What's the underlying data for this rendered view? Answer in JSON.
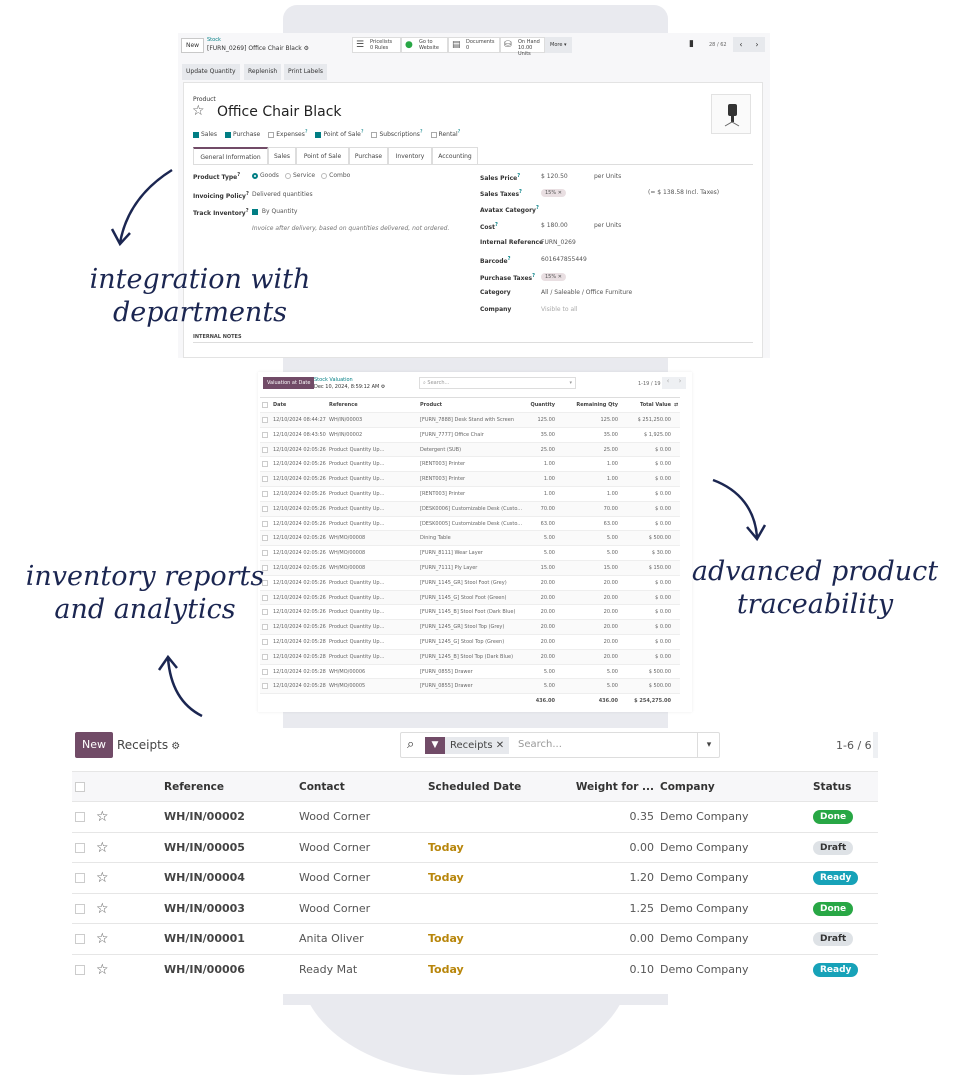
{
  "product_form": {
    "new_label": "New",
    "breadcrumb_parent": "Stock",
    "breadcrumb_current": "[FURN_0269] Office Chair Black",
    "stat_buttons": [
      {
        "icon": "list-icon",
        "line1": "Pricelists",
        "line2": "0 Rules"
      },
      {
        "icon": "globe-icon",
        "line1": "Go to",
        "line2": "Website"
      },
      {
        "icon": "document-icon",
        "line1": "Documents",
        "line2": "0"
      },
      {
        "icon": "cubes-icon",
        "line1": "On Hand",
        "line2": "10.00 Units"
      }
    ],
    "more_label": "More ▾",
    "pager": "28 / 62",
    "actions": [
      "Update Quantity",
      "Replenish",
      "Print Labels"
    ],
    "product_label": "Product",
    "product_name": "Office Chair Black",
    "flags": [
      {
        "label": "Sales",
        "checked": true
      },
      {
        "label": "Purchase",
        "checked": true
      },
      {
        "label": "Expenses",
        "checked": false
      },
      {
        "label": "Point of Sale",
        "checked": true
      },
      {
        "label": "Subscriptions",
        "checked": false
      },
      {
        "label": "Rental",
        "checked": false
      }
    ],
    "tabs": [
      "General Information",
      "Sales",
      "Point of Sale",
      "Purchase",
      "Inventory",
      "Accounting"
    ],
    "product_type_label": "Product Type",
    "product_type_options": [
      "Goods",
      "Service",
      "Combo"
    ],
    "product_type_selected": "Goods",
    "invoicing_policy_label": "Invoicing Policy",
    "invoicing_policy": "Delivered quantities",
    "track_inventory_label": "Track Inventory",
    "track_inventory": "By Quantity",
    "invoice_note": "Invoice after delivery, based on quantities delivered, not ordered.",
    "right_fields": [
      {
        "label": "Sales Price",
        "value": "$ 120.50",
        "suffix": "per Units"
      },
      {
        "label": "Sales Taxes",
        "tag": "15% ✕",
        "suffix": "(= $ 138.58 Incl. Taxes)"
      },
      {
        "label": "Avatax Category",
        "value": ""
      },
      {
        "label": "Cost",
        "value": "$ 180.00",
        "suffix": "per Units"
      },
      {
        "label": "Internal Reference",
        "value": "FURN_0269"
      },
      {
        "label": "Barcode",
        "value": "601647855449"
      },
      {
        "label": "Purchase Taxes",
        "tag": "15% ✕"
      },
      {
        "label": "Category",
        "value": "All / Saleable / Office Furniture"
      },
      {
        "label": "Company",
        "value": "Visible to all"
      }
    ],
    "internal_notes": "INTERNAL NOTES"
  },
  "valuation": {
    "button": "Valuation at Date",
    "title": "Stock Valuation",
    "subtitle": "Dec 10, 2024, 8:59:12 AM",
    "search_placeholder": "Search...",
    "pager": "1-19 / 19",
    "columns": [
      "Date",
      "Reference",
      "Product",
      "Quantity",
      "Remaining Qty",
      "Total Value"
    ],
    "rows": [
      [
        "12/10/2024 08:44:27",
        "WH/IN/00003",
        "[FURN_7888] Desk Stand with Screen",
        "125.00",
        "125.00",
        "$ 251,250.00"
      ],
      [
        "12/10/2024 08:43:50",
        "WH/IN/00002",
        "[FURN_7777] Office Chair",
        "35.00",
        "35.00",
        "$ 1,925.00"
      ],
      [
        "12/10/2024 02:05:26",
        "Product Quantity Up...",
        "Detergent (SUB)",
        "25.00",
        "25.00",
        "$ 0.00"
      ],
      [
        "12/10/2024 02:05:26",
        "Product Quantity Up...",
        "[RENT003] Printer",
        "1.00",
        "1.00",
        "$ 0.00"
      ],
      [
        "12/10/2024 02:05:26",
        "Product Quantity Up...",
        "[RENT003] Printer",
        "1.00",
        "1.00",
        "$ 0.00"
      ],
      [
        "12/10/2024 02:05:26",
        "Product Quantity Up...",
        "[RENT003] Printer",
        "1.00",
        "1.00",
        "$ 0.00"
      ],
      [
        "12/10/2024 02:05:26",
        "Product Quantity Up...",
        "[DESK0006] Customizable Desk (Custo...",
        "70.00",
        "70.00",
        "$ 0.00"
      ],
      [
        "12/10/2024 02:05:26",
        "Product Quantity Up...",
        "[DESK0005] Customizable Desk (Custo...",
        "63.00",
        "63.00",
        "$ 0.00"
      ],
      [
        "12/10/2024 02:05:26",
        "WH/MO/00008",
        "Dining Table",
        "5.00",
        "5.00",
        "$ 500.00"
      ],
      [
        "12/10/2024 02:05:26",
        "WH/MO/00008",
        "[FURN_8111] Wear Layer",
        "5.00",
        "5.00",
        "$ 30.00"
      ],
      [
        "12/10/2024 02:05:26",
        "WH/MO/00008",
        "[FURN_7111] Ply Layer",
        "15.00",
        "15.00",
        "$ 150.00"
      ],
      [
        "12/10/2024 02:05:26",
        "Product Quantity Up...",
        "[FURN_1145_GR] Stool Foot (Grey)",
        "20.00",
        "20.00",
        "$ 0.00"
      ],
      [
        "12/10/2024 02:05:26",
        "Product Quantity Up...",
        "[FURN_1145_G] Stool Foot (Green)",
        "20.00",
        "20.00",
        "$ 0.00"
      ],
      [
        "12/10/2024 02:05:26",
        "Product Quantity Up...",
        "[FURN_1145_B] Stool Foot (Dark Blue)",
        "20.00",
        "20.00",
        "$ 0.00"
      ],
      [
        "12/10/2024 02:05:26",
        "Product Quantity Up...",
        "[FURN_1245_GR] Stool Top (Grey)",
        "20.00",
        "20.00",
        "$ 0.00"
      ],
      [
        "12/10/2024 02:05:28",
        "Product Quantity Up...",
        "[FURN_1245_G] Stool Top (Green)",
        "20.00",
        "20.00",
        "$ 0.00"
      ],
      [
        "12/10/2024 02:05:28",
        "Product Quantity Up...",
        "[FURN_1245_B] Stool Top (Dark Blue)",
        "20.00",
        "20.00",
        "$ 0.00"
      ],
      [
        "12/10/2024 02:05:28",
        "WH/MO/00006",
        "[FURN_0855] Drawer",
        "5.00",
        "5.00",
        "$ 500.00"
      ],
      [
        "12/10/2024 02:05:28",
        "WH/MO/00005",
        "[FURN_0855] Drawer",
        "5.00",
        "5.00",
        "$ 500.00"
      ]
    ],
    "totals": [
      "436.00",
      "436.00",
      "$ 254,275.00"
    ]
  },
  "receipts": {
    "new_label": "New",
    "title": "Receipts",
    "filter": "Receipts",
    "search_placeholder": "Search...",
    "pager": "1-6 / 6",
    "columns": [
      "Reference",
      "Contact",
      "Scheduled Date",
      "Weight for ...",
      "Company",
      "Status"
    ],
    "rows": [
      {
        "ref": "WH/IN/00002",
        "contact": "Wood Corner",
        "date": "",
        "weight": "0.35",
        "company": "Demo Company",
        "status": "Done"
      },
      {
        "ref": "WH/IN/00005",
        "contact": "Wood Corner",
        "date": "Today",
        "weight": "0.00",
        "company": "Demo Company",
        "status": "Draft"
      },
      {
        "ref": "WH/IN/00004",
        "contact": "Wood Corner",
        "date": "Today",
        "weight": "1.20",
        "company": "Demo Company",
        "status": "Ready"
      },
      {
        "ref": "WH/IN/00003",
        "contact": "Wood Corner",
        "date": "",
        "weight": "1.25",
        "company": "Demo Company",
        "status": "Done"
      },
      {
        "ref": "WH/IN/00001",
        "contact": "Anita Oliver",
        "date": "Today",
        "weight": "0.00",
        "company": "Demo Company",
        "status": "Draft"
      },
      {
        "ref": "WH/IN/00006",
        "contact": "Ready Mat",
        "date": "Today",
        "weight": "0.10",
        "company": "Demo Company",
        "status": "Ready"
      }
    ],
    "status_colors": {
      "Done": "#28a745",
      "Draft": "#dee2e6",
      "Ready": "#17a2b8"
    }
  },
  "annotations": {
    "integration": "integration with departments",
    "reports": "inventory reports and analytics",
    "traceability": "advanced product traceability"
  },
  "colors": {
    "brand": "#714b67",
    "teal": "#017e84",
    "today": "#b8860b",
    "ink": "#1b2651"
  }
}
